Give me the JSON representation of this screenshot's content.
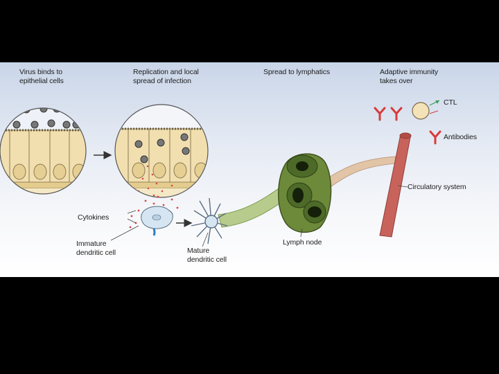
{
  "stages": [
    {
      "label": "Virus binds to\nepithelial cells"
    },
    {
      "label": "Replication and local\nspread of infection"
    },
    {
      "label": "Spread to lymphatics"
    },
    {
      "label": "Adaptive immunity\ntakes over"
    }
  ],
  "labels": {
    "ctl": "CTL",
    "antibodies": "Antibodies",
    "circulatory": "Circulatory system",
    "lymph_node": "Lymph node",
    "cytokines": "Cytokines",
    "immature": "Immature\ndendritic cell",
    "mature": "Mature\ndendritic cell"
  },
  "colors": {
    "background": "#000000",
    "epithelium": "#f2dfb0",
    "lymph_node": "#6c8a3a",
    "lymph_vessel": "#b7cc8c",
    "artery": "#c8635c",
    "antibody": "#d83a3a",
    "dendritic_cell": "#d5e6f2",
    "cytokine": "#d94545"
  }
}
